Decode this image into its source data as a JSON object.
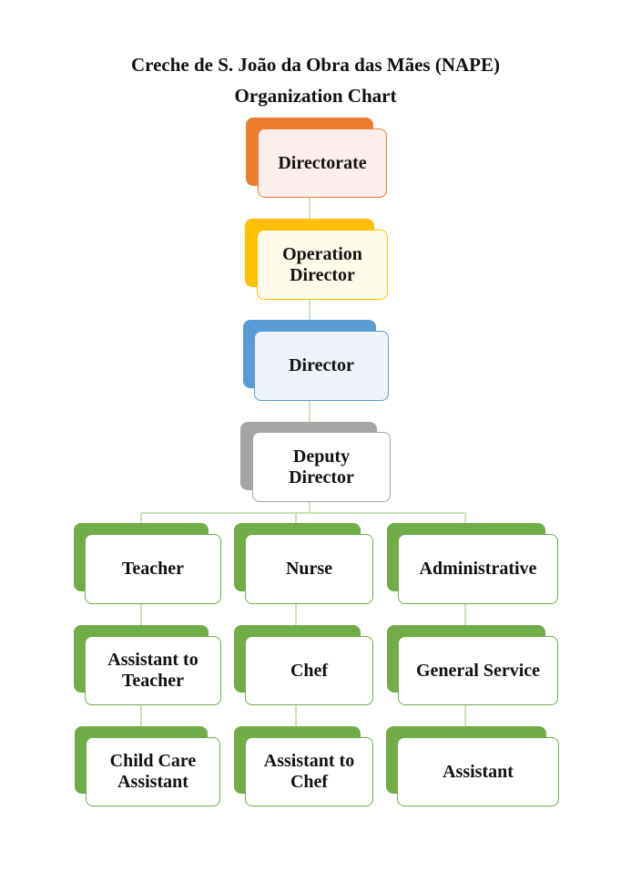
{
  "title": "Creche de S. João da Obra das Mães (NAPE)",
  "subtitle": "Organization Chart",
  "colors": {
    "orange": "#ED7D31",
    "gold": "#FFC000",
    "blue": "#5B9BD5",
    "gray": "#A5A5A5",
    "green": "#70AD47"
  },
  "nodes": {
    "directorate": "Directorate",
    "operation_director": "Operation\nDirector",
    "director": "Director",
    "deputy_director": "Deputy\nDirector",
    "teacher": "Teacher",
    "nurse": "Nurse",
    "administrative": "Administrative",
    "assistant_to_teacher": "Assistant to\nTeacher",
    "chef": "Chef",
    "general_service": "General Service",
    "child_care_assistant": "Child Care\nAssistant",
    "assistant_to_chef": "Assistant to\nChef",
    "assistant": "Assistant"
  }
}
